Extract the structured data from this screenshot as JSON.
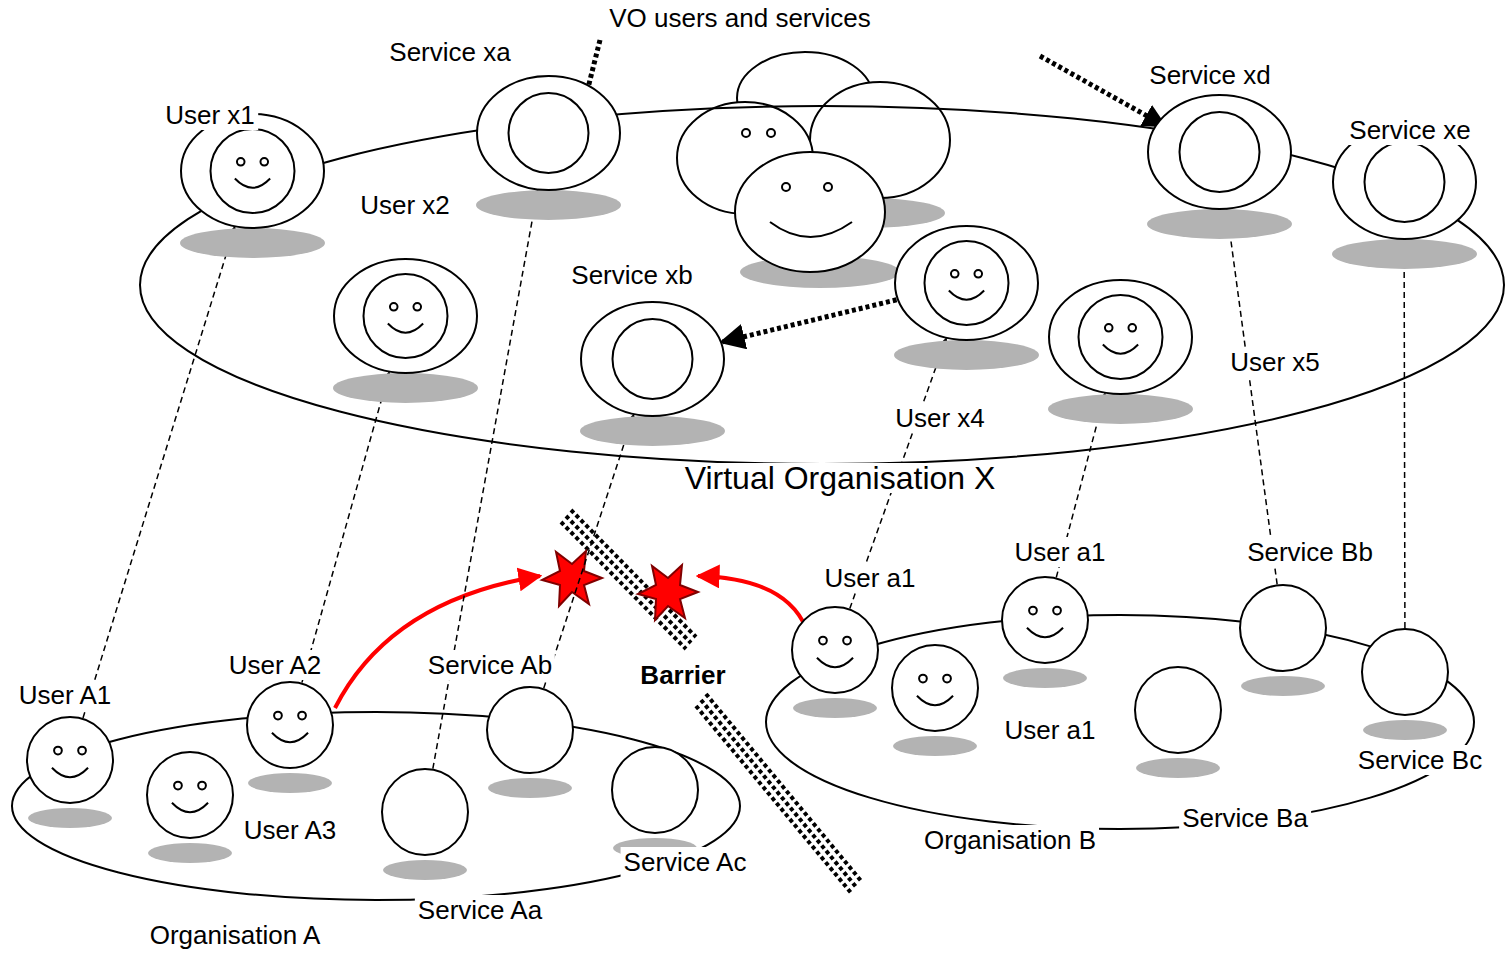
{
  "diagram": {
    "nodes": [
      {
        "text": [
          "Virtual Organisation X"
        ]
      },
      {
        "text": [
          "User x1"
        ],
        "in": 0
      },
      {
        "text": [
          "Service xa"
        ],
        "in": 0
      },
      {
        "text": [
          "User x2"
        ],
        "in": 0
      },
      {
        "text": [
          "Service xb"
        ],
        "in": 0
      },
      {
        "text": [
          "User x4"
        ],
        "in": 0
      },
      {
        "text": [
          "User x5"
        ],
        "in": 0
      },
      {
        "text": [
          "Service xd"
        ],
        "in": 0
      },
      {
        "text": [
          "Service xe"
        ],
        "in": 0
      },
      {
        "text": [
          "Organisation A"
        ]
      },
      {
        "text": [
          "User A1"
        ],
        "in": 9
      },
      {
        "text": [
          "User A2"
        ],
        "in": 9
      },
      {
        "text": [
          "User A3"
        ],
        "in": 9
      },
      {
        "text": [
          "Service Aa"
        ],
        "in": 9
      },
      {
        "text": [
          "Service Ab"
        ],
        "in": 9
      },
      {
        "text": [
          "Service Ac"
        ],
        "in": 9
      },
      {
        "text": [
          "Organisation B"
        ]
      },
      {
        "text": [
          "User a1"
        ],
        "in": 16
      },
      {
        "text": [
          "User a1"
        ],
        "in": 16
      },
      {
        "text": [
          "User a1"
        ],
        "in": 16
      },
      {
        "text": [
          "Service Ba"
        ],
        "in": 16
      },
      {
        "text": [
          "Service Bb"
        ],
        "in": 16
      },
      {
        "text": [
          "Service Bc"
        ],
        "in": 16
      }
    ],
    "edges": [
      {
        "from": 10,
        "to": 1,
        "arrow": "to"
      },
      {
        "from": 11,
        "to": 3,
        "arrow": "to"
      },
      {
        "from": 13,
        "to": 2,
        "arrow": "to"
      },
      {
        "from": 14,
        "to": 4,
        "arrow": "to"
      },
      {
        "from": 17,
        "to": 5,
        "arrow": "to"
      },
      {
        "from": 18,
        "to": 6,
        "arrow": "to"
      },
      {
        "from": 21,
        "to": 7,
        "arrow": "to"
      },
      {
        "from": 22,
        "to": 8,
        "arrow": "to"
      },
      {
        "from": 5,
        "to": 4,
        "arrow": "to"
      }
    ],
    "labels": [
      "VO users and services",
      "Barrier"
    ]
  }
}
